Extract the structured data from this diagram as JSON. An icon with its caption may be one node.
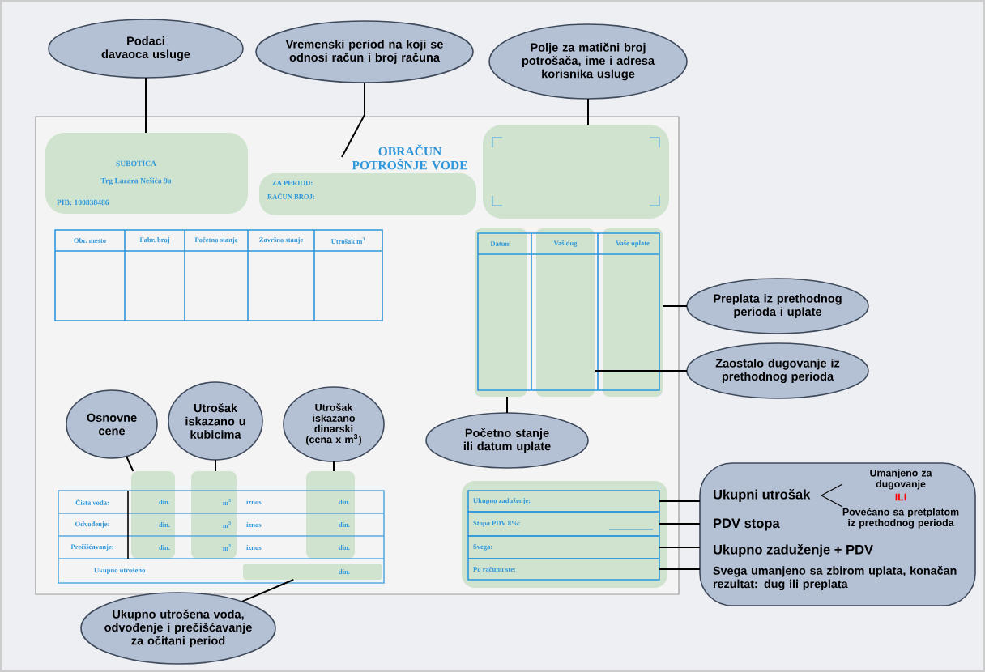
{
  "diagram": {
    "nodes": [
      {
        "text": [
          "Podaci davaoca usluge"
        ]
      },
      {
        "text": [
          "Vremenski period na koji se odnosi račun i broj računa"
        ]
      },
      {
        "text": [
          "Polje za matični broj potrošača, ime i adresa korisnika usluge"
        ]
      },
      {
        "text": [
          "SUBOTICA",
          "Trg Lazara Nešića 9a",
          "PIB: 100838486"
        ]
      },
      {
        "text": [
          "OBRAČUN POTROŠNJE VODE"
        ]
      },
      {
        "text": [
          "ZA PERIOD:",
          "RAČUN BROJ:"
        ]
      },
      {
        "text": [],
        "shape": "box"
      },
      {
        "text": [
          "Datum"
        ]
      },
      {
        "text": [
          "Vaš dug"
        ]
      },
      {
        "text": [
          "Vaše uplate"
        ]
      },
      {
        "text": [
          "Preplata iz prethodnog perioda i uplate"
        ]
      },
      {
        "text": [
          "Zaostalo dugovanje iz prethodnog perioda"
        ]
      },
      {
        "text": [
          "Početno stanje ili datum uplate"
        ]
      },
      {
        "text": [
          "Osnovne cene"
        ]
      },
      {
        "text": [
          "Utrošak iskazano u kubicima"
        ]
      },
      {
        "text": [
          "Utrošak iskazano dinarski (cena x m$^{3}$)"
        ]
      },
      {
        "text": [
          "din.",
          "din.",
          "din."
        ]
      },
      {
        "text": [
          "m$^{3}$",
          "m$^{3}$",
          "m$^{3}$"
        ]
      },
      {
        "text": [
          "din.",
          "din.",
          "din."
        ]
      },
      {
        "text": [
          "din."
        ]
      },
      {
        "text": [
          "Ukupno utrošena voda, odvođenje i prečišćavanje za očitani period"
        ]
      },
      {
        "text": [],
        "shape": "box"
      },
      {
        "text": [
          "Ukupno zaduženje:"
        ],
        "in": 21
      },
      {
        "text": [
          "Stopa PDV 8%:"
        ],
        "in": 21
      },
      {
        "text": [
          "Svega:"
        ],
        "in": 21
      },
      {
        "text": [
          "Po računu ste:"
        ],
        "in": 21
      },
      {
        "text": [
          "Umanjeno za dugovanje",
          "Ukupni utrošak",
          "ILI",
          "PDV stopa",
          "Povećano sa pretplatom iz prethodnog perioda",
          "Ukupno zaduženje + PDV",
          "Svega umanjeno sa zbirom uplata, konačan rezultat: dug ili preplata"
        ]
      }
    ],
    "edges": [
      {
        "from": 0,
        "to": 3,
        "arrow": "none"
      },
      {
        "from": 1,
        "to": 4,
        "arrow": "none"
      },
      {
        "from": 2,
        "to": 6,
        "arrow": "none"
      },
      {
        "from": 10,
        "to": 9,
        "arrow": "none"
      },
      {
        "from": 11,
        "to": 8,
        "arrow": "none"
      },
      {
        "from": 12,
        "to": 7,
        "arrow": "none"
      },
      {
        "from": 13,
        "to": 16,
        "arrow": "none"
      },
      {
        "from": 14,
        "to": 17,
        "arrow": "none"
      },
      {
        "from": 15,
        "to": 18,
        "arrow": "none"
      },
      {
        "from": 20,
        "to": 19,
        "arrow": "none"
      },
      {
        "from": 26,
        "to": 22,
        "arrow": "none"
      },
      {
        "from": 26,
        "to": 23,
        "arrow": "none"
      },
      {
        "from": 26,
        "to": 24,
        "arrow": "none"
      },
      {
        "from": 26,
        "to": 25,
        "arrow": "none"
      }
    ],
    "labels": [
      "Obr. mesto",
      "Fabr. broj",
      "Početno stanje",
      "Završno stanje",
      "Utrošak m$^{3}$",
      "Čista voda:",
      "iznos",
      "Odvođenje:",
      "iznos",
      "Prečišćavanje:",
      "iznos",
      "Ukupno utrošeno"
    ]
  }
}
